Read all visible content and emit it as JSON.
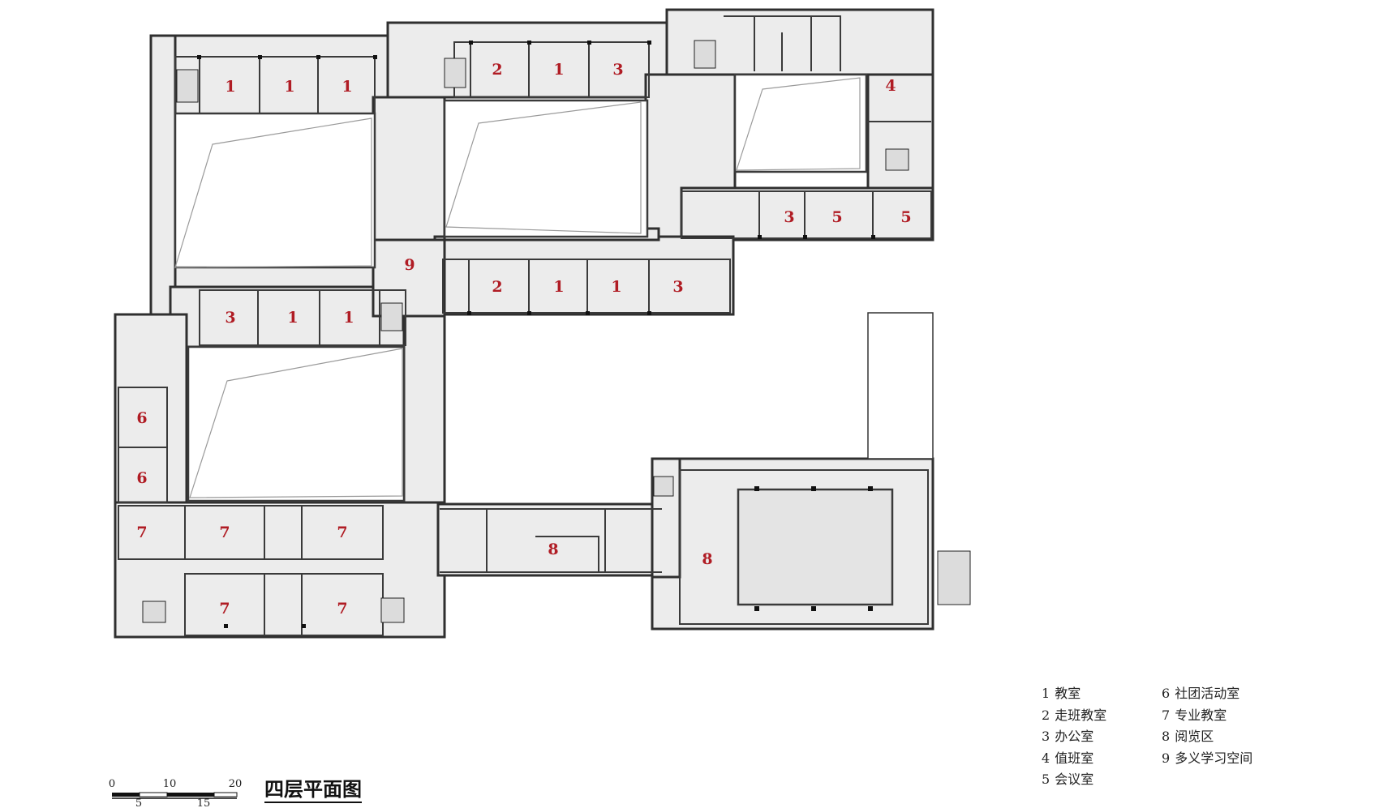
{
  "title": "四层平面图",
  "room_labels": [
    {
      "id": "r1a",
      "text": "1"
    },
    {
      "id": "r1b",
      "text": "1"
    },
    {
      "id": "r1c",
      "text": "1"
    },
    {
      "id": "r2a",
      "text": "2"
    },
    {
      "id": "r1d",
      "text": "1"
    },
    {
      "id": "r3a",
      "text": "3"
    },
    {
      "id": "r4a",
      "text": "4"
    },
    {
      "id": "r3b",
      "text": "3"
    },
    {
      "id": "r5a",
      "text": "5"
    },
    {
      "id": "r5b",
      "text": "5"
    },
    {
      "id": "r9a",
      "text": "9"
    },
    {
      "id": "r2b",
      "text": "2"
    },
    {
      "id": "r1e",
      "text": "1"
    },
    {
      "id": "r1f",
      "text": "1"
    },
    {
      "id": "r3c",
      "text": "3"
    },
    {
      "id": "r3d",
      "text": "3"
    },
    {
      "id": "r1g",
      "text": "1"
    },
    {
      "id": "r1h",
      "text": "1"
    },
    {
      "id": "r6a",
      "text": "6"
    },
    {
      "id": "r6b",
      "text": "6"
    },
    {
      "id": "r7a",
      "text": "7"
    },
    {
      "id": "r7b",
      "text": "7"
    },
    {
      "id": "r7c",
      "text": "7"
    },
    {
      "id": "r7d",
      "text": "7"
    },
    {
      "id": "r7e",
      "text": "7"
    },
    {
      "id": "r8a",
      "text": "8"
    },
    {
      "id": "r8b",
      "text": "8"
    }
  ],
  "legend": {
    "col1": [
      {
        "num": "1",
        "label": "教室"
      },
      {
        "num": "2",
        "label": "走班教室"
      },
      {
        "num": "3",
        "label": "办公室"
      },
      {
        "num": "4",
        "label": "值班室"
      },
      {
        "num": "5",
        "label": "会议室"
      }
    ],
    "col2": [
      {
        "num": "6",
        "label": "社团活动室"
      },
      {
        "num": "7",
        "label": "专业教室"
      },
      {
        "num": "8",
        "label": "阅览区"
      },
      {
        "num": "9",
        "label": "多义学习空间"
      }
    ]
  },
  "scale_bar": {
    "top_labels": [
      "0",
      "10",
      "20"
    ],
    "bottom_labels": [
      "5",
      "15"
    ]
  },
  "colors": {
    "room_number": "#b01c24",
    "wall": "#333333",
    "floor": "#ececec"
  }
}
